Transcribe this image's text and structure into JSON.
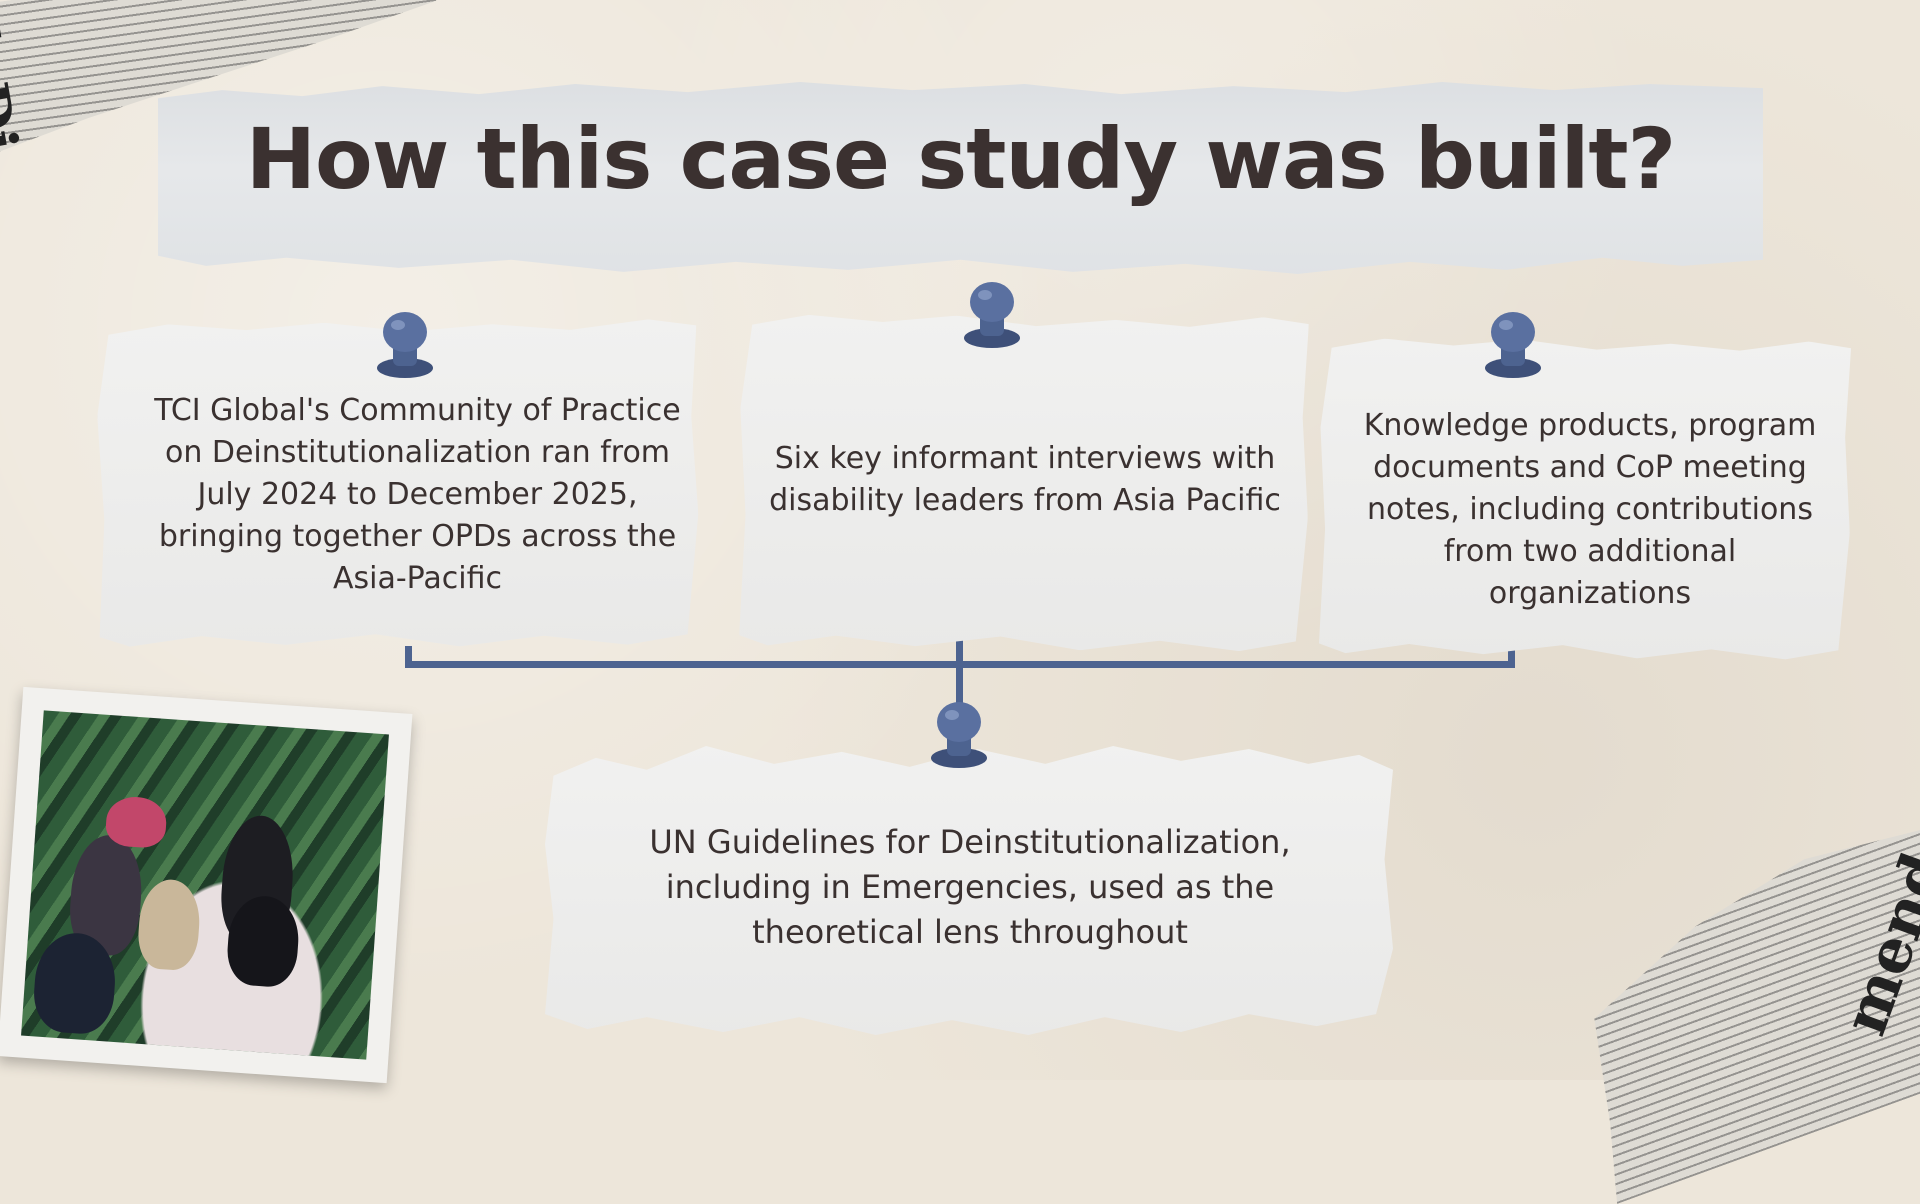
{
  "title": "How this case study was built?",
  "cards": [
    {
      "text": "TCI Global's Community of Practice on Deinstitutionalization ran from July 2024 to December 2025, bringing together OPDs across the Asia-Pacific"
    },
    {
      "text": "Six key informant interviews with disability leaders from Asia Pacific"
    },
    {
      "text": "Knowledge products, program documents and CoP meeting notes, including contributions from two additional organizations"
    },
    {
      "text": "UN Guidelines for Deinstitutionalization, including in Emergencies, used as the theoretical lens throughout"
    }
  ],
  "decor": {
    "newspaper_top_left": "k Di",
    "newspaper_bottom_right": "mend"
  },
  "colors": {
    "background": "#ede6da",
    "pin": "#4d6390",
    "connector": "#4d6390",
    "title_text": "#3b3130"
  }
}
